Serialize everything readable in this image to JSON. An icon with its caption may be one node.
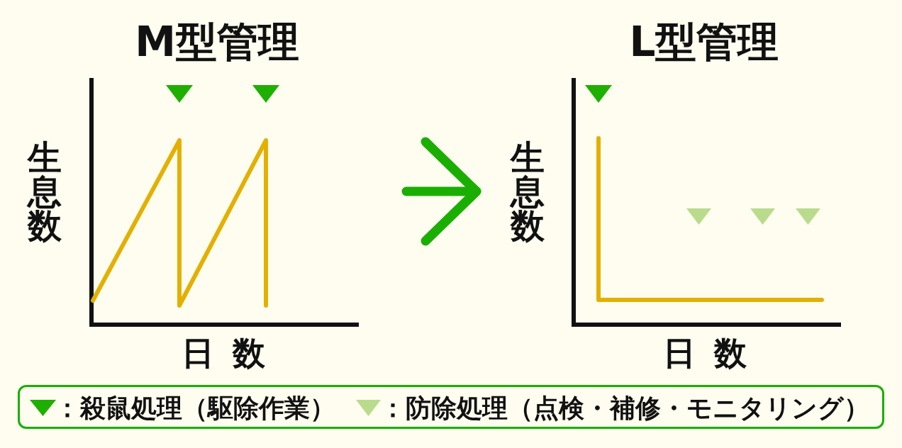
{
  "diagram": {
    "nodes": [
      {
        "text": [
          "M型管理",
          "生息数",
          "日 数"
        ]
      },
      {
        "text": [
          "L型管理",
          "生息数",
          "日 数"
        ]
      }
    ],
    "edges": [
      {
        "from": 0,
        "to": 1,
        "arrow": "to"
      }
    ],
    "legend": [
      {
        "text": "：殺鼠処理（駆除作業）",
        "color": "#1faf00"
      },
      {
        "text": "：防除処理（点検・補修・モニタリング）",
        "color": "#b8dc8c"
      }
    ]
  }
}
